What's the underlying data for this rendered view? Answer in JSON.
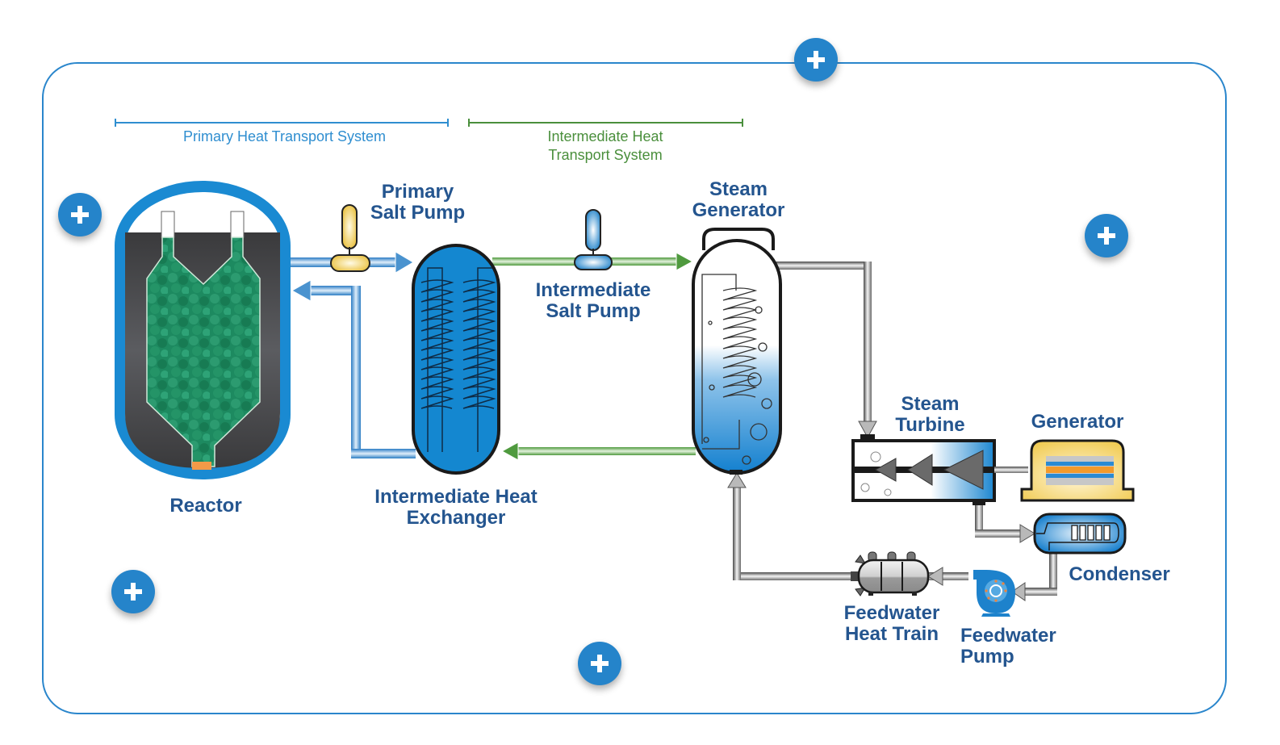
{
  "diagram": {
    "title": "Molten Salt Reactor Power Cycle",
    "systems": {
      "primary": {
        "label": "Primary Heat Transport System",
        "color": "#2f8ed0"
      },
      "intermediate": {
        "label": "Intermediate Heat\nTransport System",
        "color": "#4a8f3c"
      }
    },
    "components": {
      "reactor": "Reactor",
      "primary_salt_pump": "Primary\nSalt Pump",
      "intermediate_heat_exchanger": "Intermediate Heat\nExchanger",
      "intermediate_salt_pump": "Intermediate\nSalt Pump",
      "steam_generator": "Steam\nGenerator",
      "steam_turbine": "Steam\nTurbine",
      "generator": "Generator",
      "condenser": "Condenser",
      "feedwater_heat_train": "Feedwater\nHeat Train",
      "feedwater_pump": "Feedwater\nPump"
    },
    "hotspots": [
      {
        "id": "hotspot-top",
        "icon": "plus-icon"
      },
      {
        "id": "hotspot-reactor",
        "icon": "plus-icon"
      },
      {
        "id": "hotspot-right",
        "icon": "plus-icon"
      },
      {
        "id": "hotspot-bottom-left",
        "icon": "plus-icon"
      },
      {
        "id": "hotspot-bottom-center",
        "icon": "plus-icon"
      }
    ],
    "colors": {
      "accent": "#2584ca",
      "label_text": "#24558f",
      "reactor_shell": "#1a8ad2",
      "fuel_green": "#1f8a62",
      "salt_blue": "#1487d0",
      "pump_yellow": "#f1cf5c",
      "steam_gray": "#b9b9b9"
    }
  }
}
